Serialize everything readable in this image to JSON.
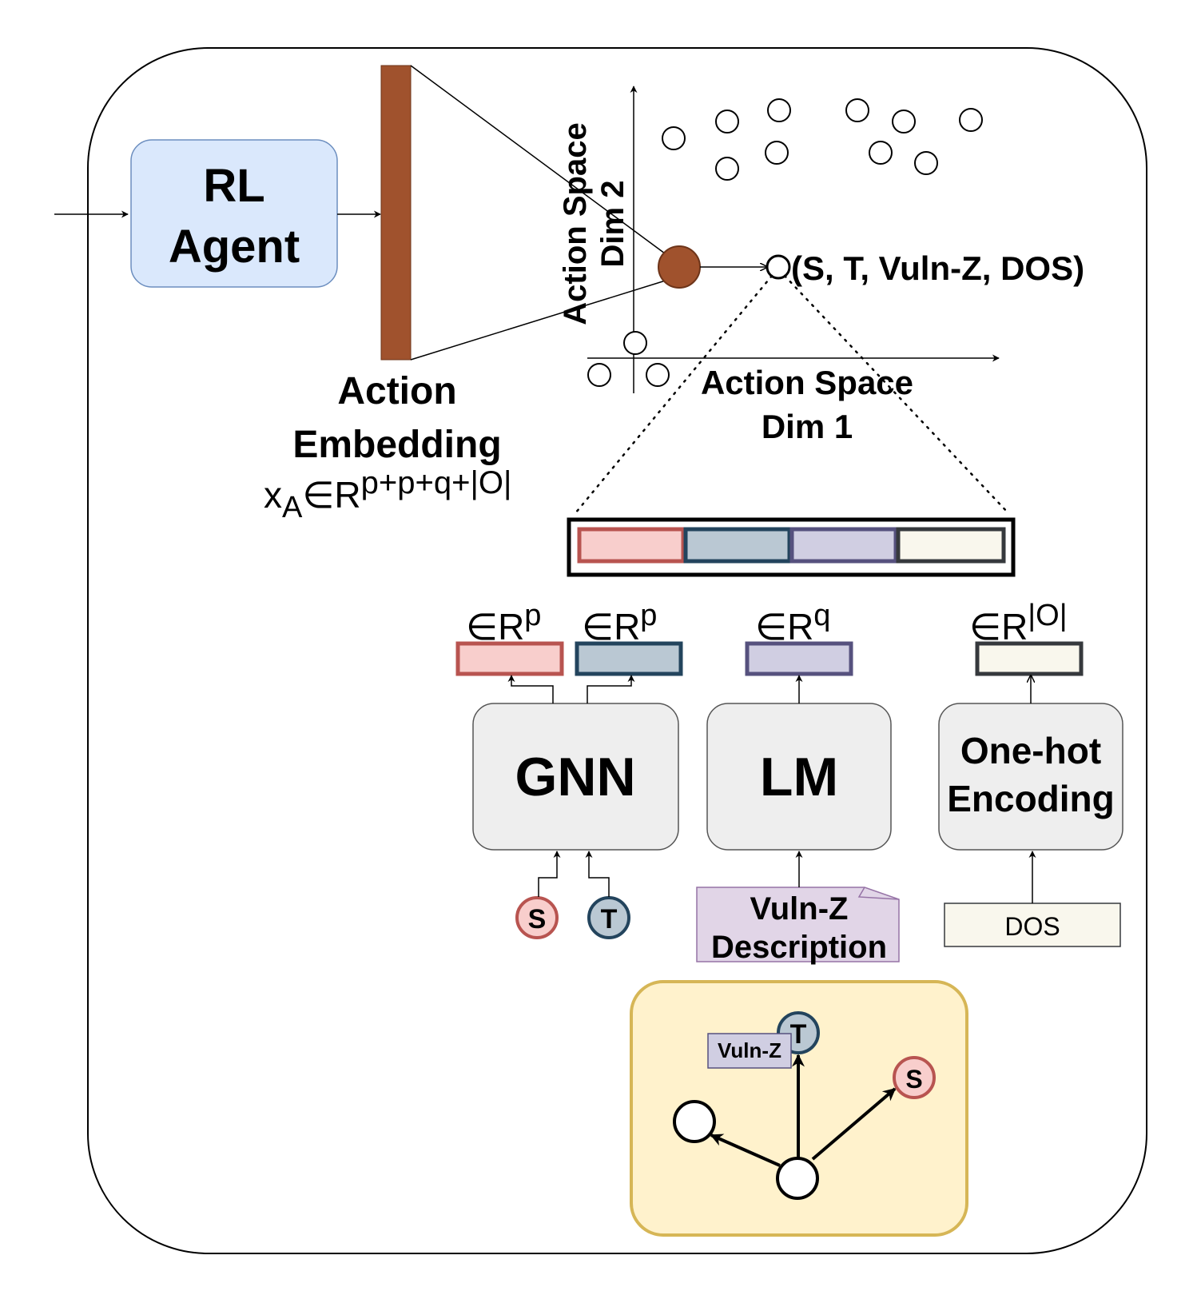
{
  "colors": {
    "agent_fill": "#dae8fc",
    "agent_stroke": "#6c8ebf",
    "embedding_bar": "#a0522d",
    "source_fill": "#f8cecc",
    "source_stroke": "#b85450",
    "target_fill": "#bac8d3",
    "target_stroke": "#23445d",
    "lm_fill": "#d0cee2",
    "lm_stroke": "#56517e",
    "onehot_fill": "#f9f7ed",
    "onehot_stroke": "#36393d",
    "module_fill": "#eeeeee",
    "module_stroke": "#555555",
    "graph_fill": "#fff2cc",
    "graph_stroke": "#d6b656",
    "doc_fill": "#e1d5e7",
    "doc_stroke": "#9673a6"
  },
  "agent": {
    "line1": "RL",
    "line2": "Agent"
  },
  "embedding": {
    "line1": "Action",
    "line2": "Embedding",
    "formula_base": "x",
    "formula_sub": "A",
    "formula_mid": "∈R",
    "formula_sup": "p+p+q+|O|"
  },
  "action_space": {
    "xlabel_line1": "Action Space",
    "xlabel_line2": "Dim 1",
    "ylabel_line1": "Action Space",
    "ylabel_line2": "Dim 2",
    "selected_label": "(S, T, Vuln-Z, DOS)"
  },
  "dims": {
    "source": {
      "base": "∈R",
      "sup": "p"
    },
    "target": {
      "base": "∈R",
      "sup": "p"
    },
    "lm": {
      "base": "∈R",
      "sup": "q"
    },
    "onehot": {
      "base": "∈R",
      "sup": "|O|"
    }
  },
  "modules": {
    "gnn": "GNN",
    "lm": "LM",
    "onehot_line1": "One-hot",
    "onehot_line2": "Encoding"
  },
  "inputs": {
    "source": "S",
    "target": "T",
    "vuln_line1": "Vuln-Z",
    "vuln_line2": "Description",
    "dos": "DOS"
  },
  "graph": {
    "target": "T",
    "source": "S",
    "edge_label": "Vuln-Z"
  }
}
